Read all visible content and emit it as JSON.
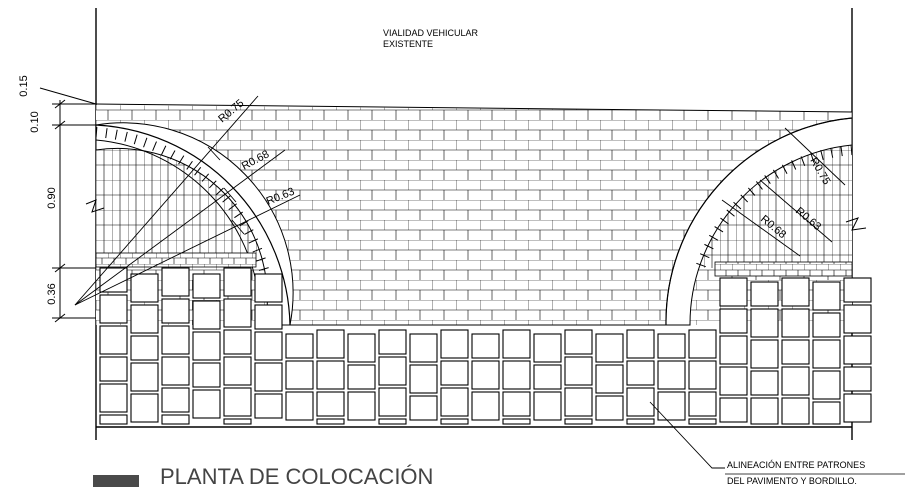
{
  "road_label": {
    "line1": "VIALIDAD VEHICULAR",
    "line2": "EXISTENTE"
  },
  "dimensions": {
    "d1": "0.15",
    "d2": "0.10",
    "d3": "0.90",
    "d4": "0.36"
  },
  "radii_left": {
    "r1": "R0.75",
    "r2": "R0.68",
    "r3": "R0.63"
  },
  "radii_right": {
    "r1": "R0.75",
    "r2": "R0.63",
    "r3": "R0.68"
  },
  "note": {
    "line1": "ALINEACIÓN ENTRE PATRONES",
    "line2": "DEL PAVIMENTO Y BORDILLO."
  },
  "title": "PLANTA DE COLOCACIÓN",
  "colors": {
    "ink": "#000000",
    "title_bar": "#4a4a4a",
    "title_text": "#444444",
    "paper": "#ffffff"
  }
}
